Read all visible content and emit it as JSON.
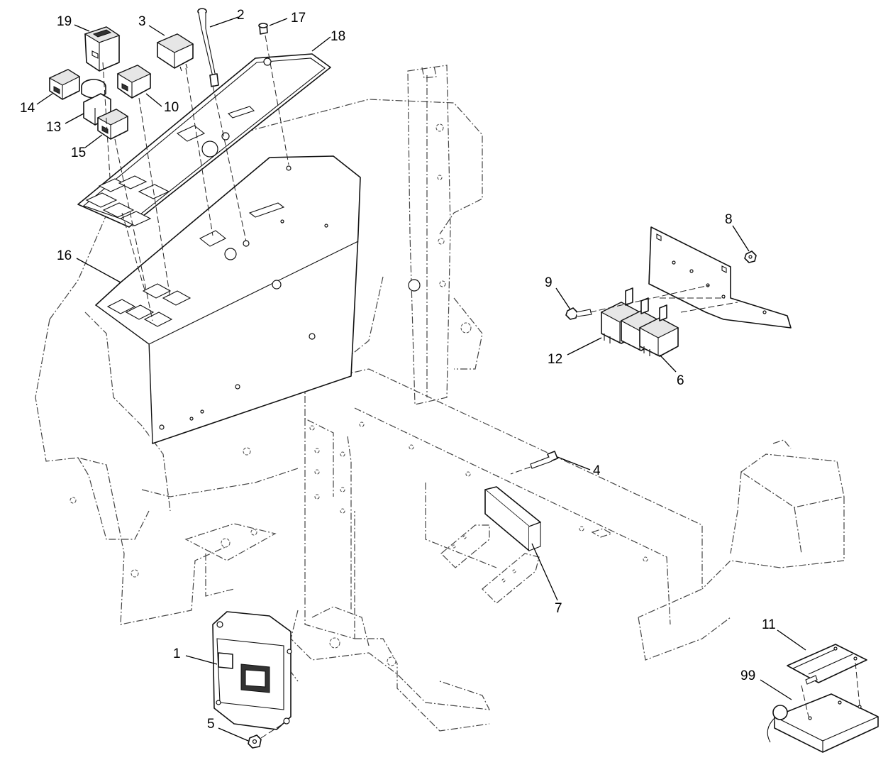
{
  "callouts": [
    {
      "id": "c1",
      "label": "1"
    },
    {
      "id": "c2",
      "label": "2"
    },
    {
      "id": "c3",
      "label": "3"
    },
    {
      "id": "c4",
      "label": "4"
    },
    {
      "id": "c5",
      "label": "5"
    },
    {
      "id": "c6",
      "label": "6"
    },
    {
      "id": "c7",
      "label": "7"
    },
    {
      "id": "c8",
      "label": "8"
    },
    {
      "id": "c9",
      "label": "9"
    },
    {
      "id": "c10",
      "label": "10"
    },
    {
      "id": "c11",
      "label": "11"
    },
    {
      "id": "c12",
      "label": "12"
    },
    {
      "id": "c13",
      "label": "13"
    },
    {
      "id": "c14",
      "label": "14"
    },
    {
      "id": "c15",
      "label": "15"
    },
    {
      "id": "c16",
      "label": "16"
    },
    {
      "id": "c17",
      "label": "17"
    },
    {
      "id": "c18",
      "label": "18"
    },
    {
      "id": "c19",
      "label": "19"
    },
    {
      "id": "c99",
      "label": "99"
    }
  ],
  "colors": {
    "line": "#111111",
    "background": "#ffffff"
  }
}
